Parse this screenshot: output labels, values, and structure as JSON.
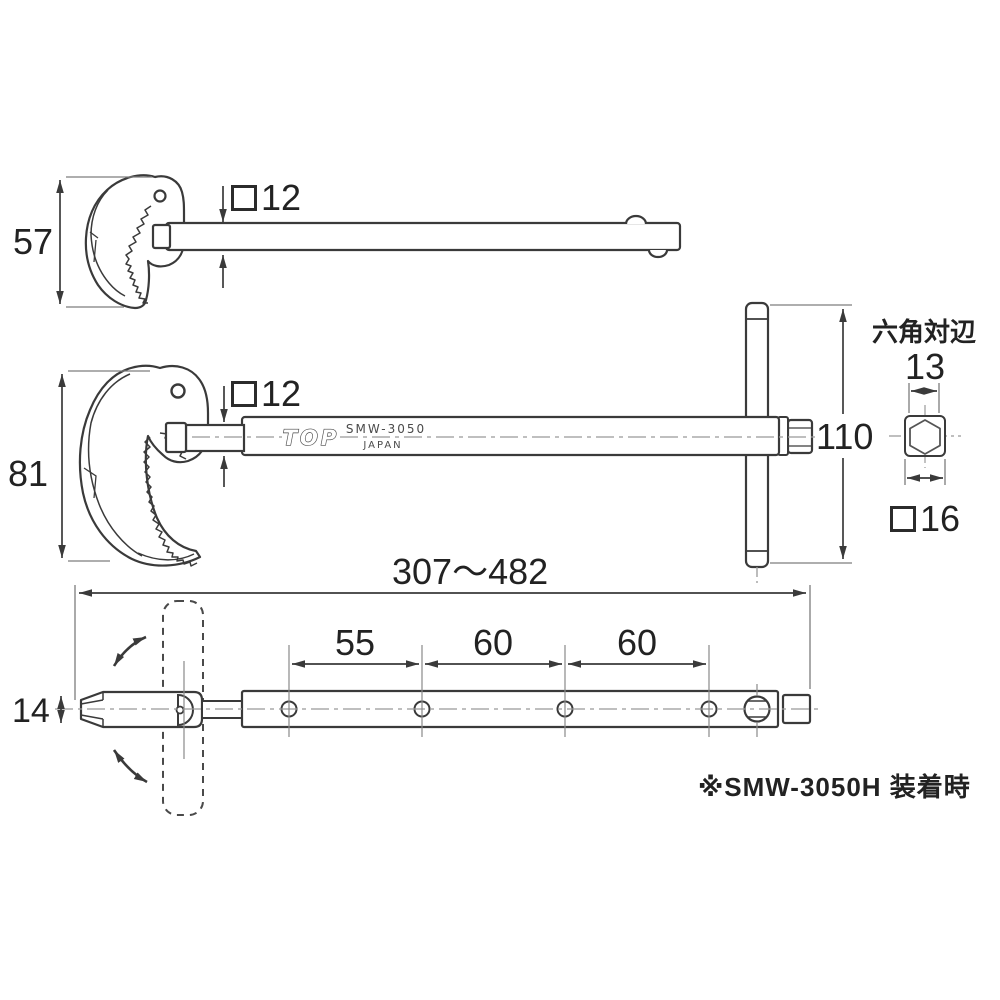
{
  "branding": {
    "logo": "TOP",
    "model": "SMW-3050",
    "origin": "JAPAN"
  },
  "top_view": {
    "head_height_mm": "57",
    "shaft_square_mm": "12"
  },
  "middle_view": {
    "head_height_mm": "81",
    "shaft_square_mm": "12",
    "t_handle_length_mm": "110"
  },
  "hex_detail": {
    "title": "六角対辺",
    "across_flats_mm": "13",
    "square_drive_mm": "16"
  },
  "bottom_view": {
    "overall_length_mm": "307〜482",
    "jaw_thickness_mm": "14",
    "hole_pitch_mm": [
      "55",
      "60",
      "60"
    ],
    "note": "※SMW-3050H 装着時"
  },
  "colors": {
    "ink": "#3a3a3a",
    "centerline": "#999999",
    "text": "#222222"
  }
}
